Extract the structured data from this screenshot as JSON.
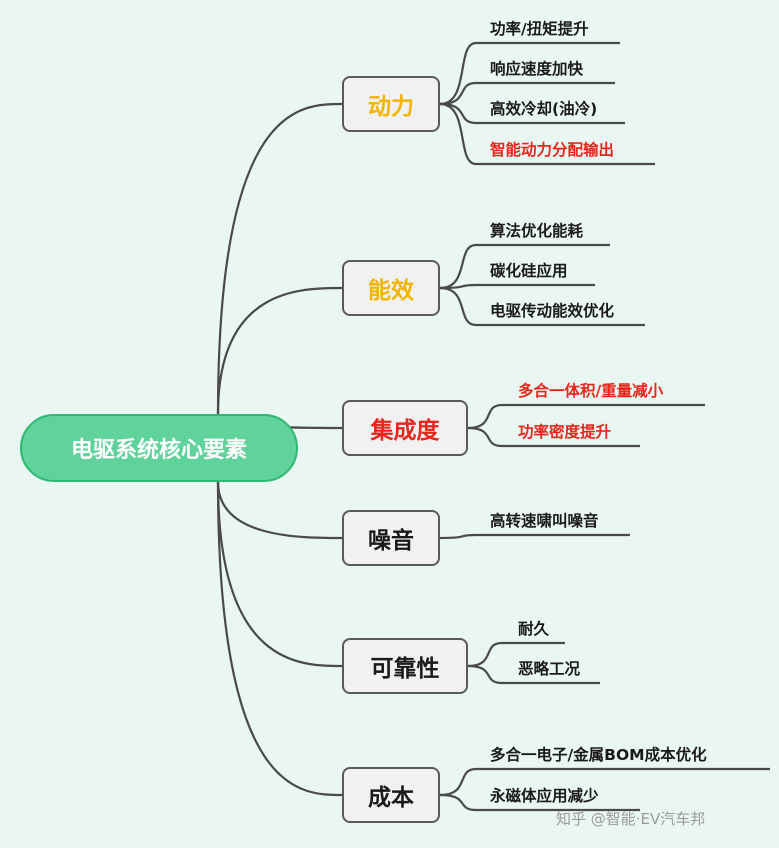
{
  "colors": {
    "background": "#eaf6f1",
    "root_fill": "#5fd39b",
    "root_border": "#2eb872",
    "category_fill": "#f1f1f1",
    "category_border": "#5a5a5a",
    "line": "#4a4a4a",
    "yellow_text": "#f2b400",
    "red_text": "#e8261c",
    "dark_text": "#1a1a1a"
  },
  "root": {
    "label": "电驱系统核心要素"
  },
  "categories": [
    {
      "label": "动力",
      "color": "yellow",
      "items": [
        {
          "text": "功率/扭矩提升",
          "color": "dark"
        },
        {
          "text": "响应速度加快",
          "color": "dark"
        },
        {
          "text": "高效冷却(油冷)",
          "color": "dark"
        },
        {
          "text": "智能动力分配输出",
          "color": "red"
        }
      ]
    },
    {
      "label": "能效",
      "color": "yellow",
      "items": [
        {
          "text": "算法优化能耗",
          "color": "dark"
        },
        {
          "text": "碳化硅应用",
          "color": "dark"
        },
        {
          "text": "电驱传动能效优化",
          "color": "dark"
        }
      ]
    },
    {
      "label": "集成度",
      "color": "red",
      "items": [
        {
          "text": "多合一体积/重量减小",
          "color": "red"
        },
        {
          "text": "功率密度提升",
          "color": "red"
        }
      ]
    },
    {
      "label": "噪音",
      "color": "dark",
      "items": [
        {
          "text": "高转速啸叫噪音",
          "color": "dark"
        }
      ]
    },
    {
      "label": "可靠性",
      "color": "dark",
      "items": [
        {
          "text": "耐久",
          "color": "dark"
        },
        {
          "text": "恶略工况",
          "color": "dark"
        }
      ]
    },
    {
      "label": "成本",
      "color": "dark",
      "items": [
        {
          "text": "多合一电子/金属BOM成本优化",
          "color": "dark"
        },
        {
          "text": "永磁体应用减少",
          "color": "dark"
        }
      ]
    }
  ],
  "watermark": "知乎 @智能·EV汽车邦"
}
